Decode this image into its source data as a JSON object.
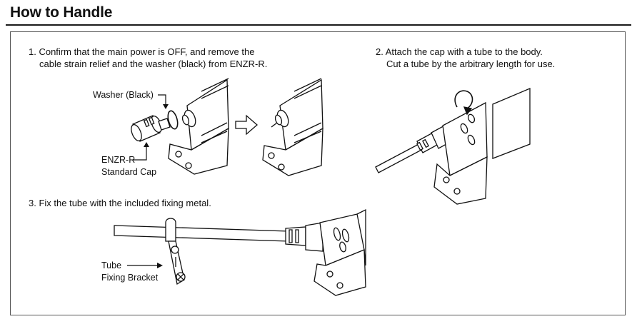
{
  "heading": "How to Handle",
  "steps": [
    {
      "line1": "1. Confirm that the main power is OFF, and remove the",
      "line2": "cable strain relief and the washer (black) from ENZR-R."
    },
    {
      "line1": "2. Attach the cap with a tube to the body.",
      "line2": "Cut a tube by the arbitrary length for use."
    },
    {
      "line1": "3. Fix the tube with the included fixing metal.",
      "line2": ""
    }
  ],
  "labels": {
    "washer": "Washer (Black)",
    "cap_line1": "ENZR-R",
    "cap_line2": "Standard Cap",
    "bracket_line1": "Tube",
    "bracket_line2": "Fixing Bracket"
  }
}
